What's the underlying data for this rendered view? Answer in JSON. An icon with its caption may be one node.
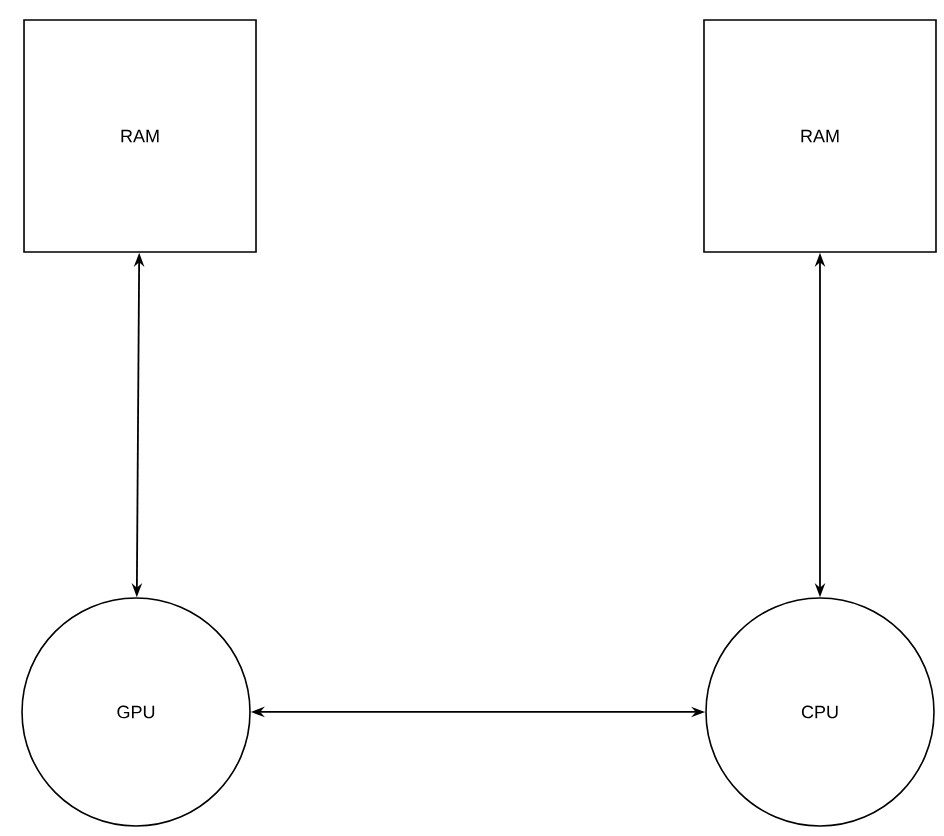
{
  "diagram": {
    "nodes": [
      {
        "text": [
          "RAM"
        ]
      },
      {
        "text": [
          "RAM"
        ]
      },
      {
        "text": [
          "GPU"
        ]
      },
      {
        "text": [
          "CPU"
        ]
      }
    ],
    "edges": [
      {
        "from": 0,
        "to": 2,
        "arrow": "both"
      },
      {
        "from": 1,
        "to": 3,
        "arrow": "both"
      },
      {
        "from": 2,
        "to": 3,
        "arrow": "both"
      }
    ]
  }
}
